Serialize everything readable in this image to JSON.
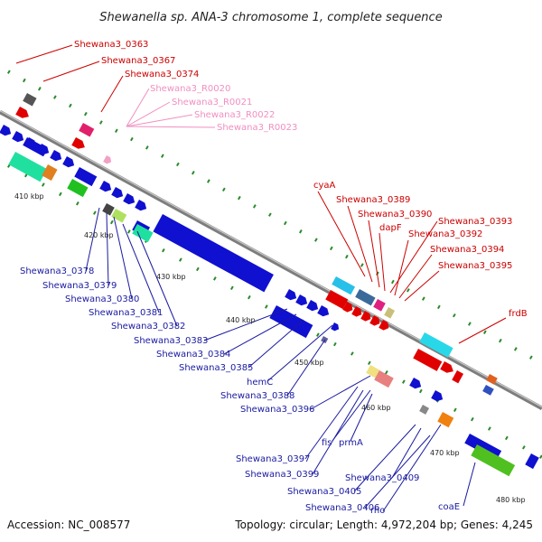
{
  "title": "Shewanella sp. ANA-3 chromosome 1, complete sequence",
  "footer": {
    "accession": "Accession: NC_008577",
    "summary": "Topology: circular; Length: 4,972,204 bp; Genes: 4,245"
  },
  "colors": {
    "top_labels": "#cc0000",
    "rna_labels": "#f08fc0",
    "bottom_labels": "#1a1aa0",
    "backbone": "#8a8a8a"
  },
  "ticks": [
    "410 kbp",
    "420 kbp",
    "430 kbp",
    "440 kbp",
    "450 kbp",
    "460 kbp",
    "470 kbp",
    "480 kbp"
  ],
  "top_labels": [
    "Shewana3_0363",
    "Shewana3_0367",
    "Shewana3_0374",
    "cyaA",
    "Shewana3_0389",
    "Shewana3_0390",
    "dapF",
    "Shewana3_0393",
    "Shewana3_0392",
    "Shewana3_0394",
    "Shewana3_0395",
    "frdB"
  ],
  "rna_labels": [
    "Shewana3_R0020",
    "Shewana3_R0021",
    "Shewana3_R0022",
    "Shewana3_R0023"
  ],
  "bottom_labels": [
    "Shewana3_0378",
    "Shewana3_0379",
    "Shewana3_0380",
    "Shewana3_0381",
    "Shewana3_0382",
    "Shewana3_0383",
    "Shewana3_0384",
    "Shewana3_0385",
    "hemC",
    "Shewana3_0388",
    "Shewana3_0396",
    "fis",
    "prmA",
    "Shewana3_0397",
    "Shewana3_0399",
    "Shewana3_0405",
    "Shewana3_0409",
    "Shewana3_0406",
    "rho",
    "coaE"
  ]
}
